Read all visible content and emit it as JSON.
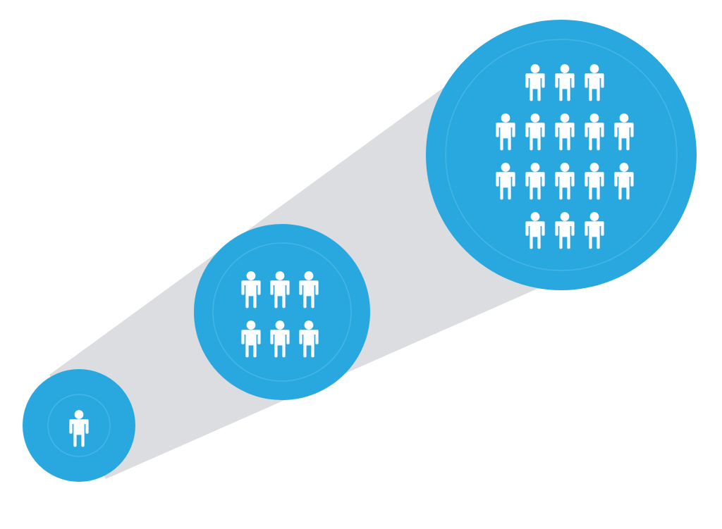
{
  "colors": {
    "circle": "#29a8e0",
    "circle_inner_ring": "#46b5e6",
    "cone": "#dcdde0",
    "person": "#ffffff",
    "background": "#ffffff"
  },
  "icon": "person-icon",
  "groups": [
    {
      "name": "individual",
      "people": 1,
      "rows": [
        1
      ]
    },
    {
      "name": "small-group",
      "people": 6,
      "rows": [
        3,
        3
      ]
    },
    {
      "name": "large-group",
      "people": 16,
      "rows": [
        3,
        5,
        5,
        3
      ]
    }
  ]
}
